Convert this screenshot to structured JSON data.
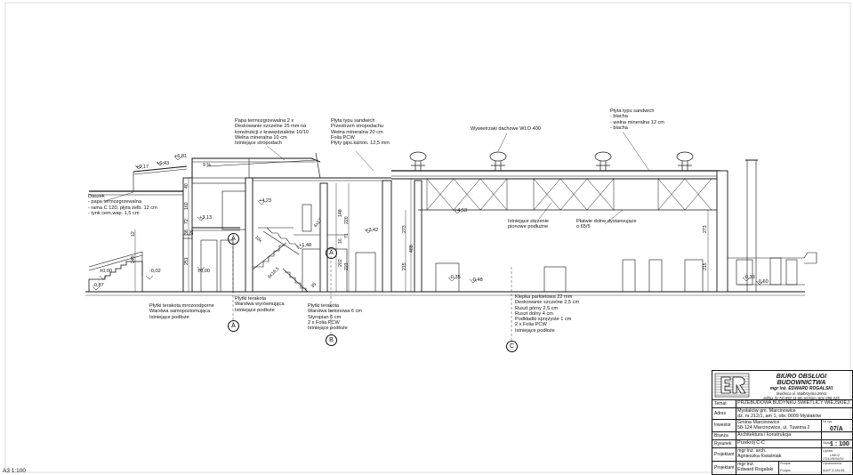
{
  "sheet_note": "A3 1:100",
  "annotations": {
    "roof_papa": [
      "Papa termozgrzewalna 2 x",
      "Deskowanie szczelne 25 mm na",
      "konstrukcji z krawędziaków 10/10",
      "Wełna mineralna 10 cm",
      "Istniejące stropodach"
    ],
    "roof_sandwich_left": [
      "Płyta typu sandwich",
      "Przestrzeń stropodachu",
      "Wełna mineralna 20 cm",
      "Folia PCW",
      "Płyty gips.karton. 12,5 mm"
    ],
    "ventilators": [
      "Wywietrzaki dachowe WLO 400"
    ],
    "roof_sandwich_right": [
      "Płyta typu sandwich",
      "- blacha",
      "- wełna mineralna 12 cm",
      "- blacha"
    ],
    "canopy": [
      "Daszek",
      "- papa termozgrzewalna",
      "- rama C 120, płyta żelb. 12 cm",
      "- tynk cem.wap. 1,5 cm"
    ],
    "bracing": [
      "Istniejące stężenie",
      "pionowe podłużne"
    ],
    "purlins": [
      "Płatwie dolne dystansujące",
      "o 65/5"
    ],
    "floor_a": [
      "Płytki terakota mrozoodporne",
      "Warstwa samopoziomująca",
      "Istniejące podłoże"
    ],
    "floor_b": [
      "Płytki terakota",
      "Warstwa wyrównująca",
      "Istniejące podłoże"
    ],
    "floor_c": [
      "Płytki terakota",
      "Warstwa betonowa 6 cm",
      "Styropian 6 cm",
      "2 x Folia PCW",
      "Istniejące podłoże"
    ],
    "floor_d": [
      "Klepka parkietowa 22 mm",
      "Deskowanie szczelne 2,5 cm",
      "Ruszt górny 2,5 cm",
      "Ruszt dolny 4 cm",
      "Podkładki sprężyste 1 cm",
      "2 x Folia PCW",
      "Istniejące podłoże"
    ]
  },
  "levels": {
    "l617": "+6,17",
    "l643": "+6,43",
    "l681": "+6,81",
    "l423": "+4,23",
    "l313": "+3,13",
    "l242": "+2,42",
    "l148": "+1,48",
    "l453": "+4,53",
    "l000a": "±0,00",
    "l000b": "±0,00",
    "l002": "-0,02",
    "l087": "-0,87",
    "l035": "-0,35",
    "l048": "-0,48",
    "l033": "-0,33",
    "l060": "-0,60"
  },
  "dims": {
    "d40": "40",
    "d160": "160",
    "d72": "72",
    "d38": "38",
    "d26": "26",
    "d251": "251",
    "d245": "245",
    "d12": "12",
    "d148": "148",
    "d220": "220",
    "d16": "16",
    "d71": "71",
    "d202": "202",
    "d223": "223",
    "d215a": "215",
    "d488": "488",
    "d273a": "273",
    "d273b": "273",
    "d215b": "215",
    "d4x17": "4x17",
    "d35": "35",
    "d10x": "10x",
    "d9x": "9x16,5",
    "slope": "9 %"
  },
  "sections": {
    "a1": "A",
    "a2": "A",
    "a3": "A",
    "b": "B",
    "c": "C"
  },
  "title_block": {
    "firm_name": "BIURO OBSŁUGI BUDOWNICTWA",
    "firm_owner": "mgr inż. EDWARD ROGALSKI",
    "firm_address": "Świdnica ul. Wałbrzyska 29/41",
    "firm_phone": "tel/fax (0-74) 852-11-86, tel.kom. 601-096-225",
    "rows": [
      {
        "label": "Temat",
        "value": "PRZEBUDOWA BUDYNKU ŚWIETLICY WIEJSKIEJ"
      },
      {
        "label": "Adres",
        "value": "Mysłaków gm. Marcinowice\ndz. nr 212/1, am 1, obr. 0009 Mysłaków"
      },
      {
        "label": "Inwestor",
        "value": "Gmina Marcinowice\n58-124 Marcinowice, ul. Tuwima 2"
      },
      {
        "label": "Branża",
        "value": "Architektura i konstrukcja"
      },
      {
        "label": "Rysunek",
        "value": "Przekrój C-C"
      },
      {
        "label": "Projektant",
        "value": "mgr inż. arch.\nAgnieszka Kwaśniak"
      },
      {
        "label": "Projektant",
        "value": "mgr inż.\nEdward Rogalski"
      }
    ],
    "sheet_label": "Nr rys.",
    "sheet_no": "07/A",
    "scale_label": "Skala",
    "scale": "1 : 100",
    "sign_label": "Podpis",
    "perm1_label": "Upraw.",
    "perm1_a": "LWK/2",
    "perm1_b": "/7242/B/06/92",
    "perm2_label": "Uprawnienia",
    "perm2_a": "AUrP 2/181/81"
  }
}
